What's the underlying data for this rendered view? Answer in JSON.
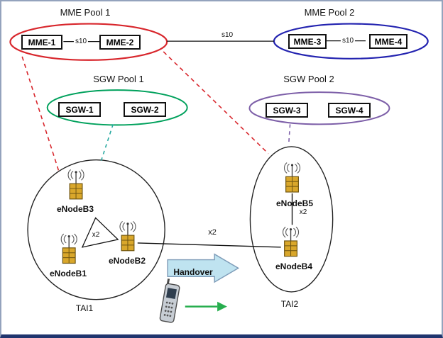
{
  "pools": {
    "mme1": {
      "title": "MME Pool 1",
      "nodes": [
        "MME-1",
        "MME-2"
      ],
      "link": "s10"
    },
    "mme2": {
      "title": "MME Pool 2",
      "nodes": [
        "MME-3",
        "MME-4"
      ],
      "link": "s10"
    },
    "sgw1": {
      "title": "SGW Pool 1",
      "nodes": [
        "SGW-1",
        "SGW-2"
      ]
    },
    "sgw2": {
      "title": "SGW Pool 2",
      "nodes": [
        "SGW-3",
        "SGW-4"
      ]
    }
  },
  "links": {
    "inter_mme": "s10",
    "x2_tai1": "x2",
    "x2_inter": "x2",
    "x2_tai2": "x2"
  },
  "areas": {
    "tai1": {
      "label": "TAI1",
      "enodebs": [
        "eNodeB1",
        "eNodeB2",
        "eNodeB3"
      ]
    },
    "tai2": {
      "label": "TAI2",
      "enodebs": [
        "eNodeB4",
        "eNodeB5"
      ]
    }
  },
  "handover": {
    "label": "Handover"
  },
  "colors": {
    "mme_pool1": "#d8262c",
    "mme_pool2": "#2323b0",
    "sgw_pool1": "#00a15c",
    "sgw_pool2": "#7d5fa8",
    "tai_outline": "#222222",
    "red_dashed": "#d8262c",
    "teal_dashed": "#27a9a0",
    "purple_dashed": "#7d5fa8",
    "handover_fill": "#bfe3f0",
    "green_arrow": "#27ae4e"
  }
}
